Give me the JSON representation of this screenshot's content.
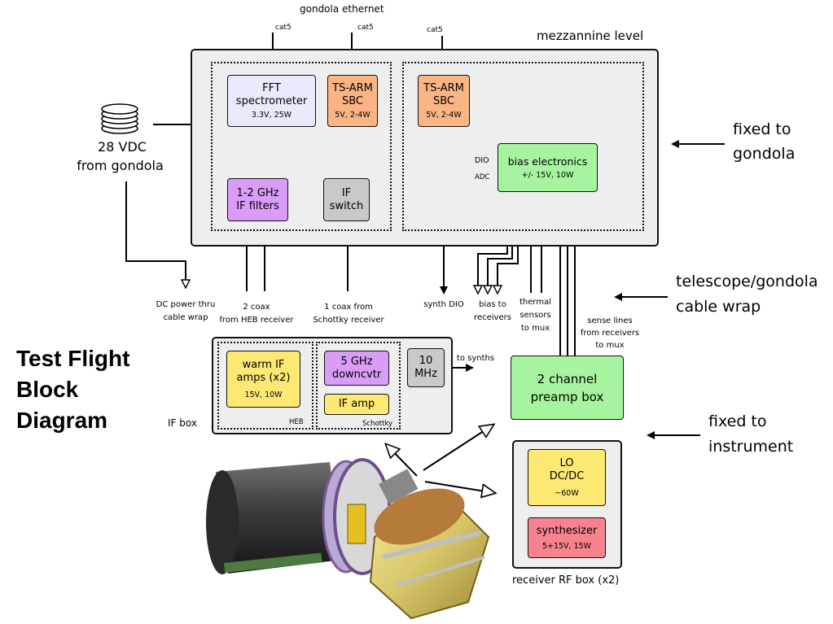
{
  "title": [
    "Test Flight",
    "Block",
    "Diagram"
  ],
  "top": {
    "gondola_ethernet": "gondola ethernet",
    "cat5_1": "cat5",
    "cat5_2": "cat5",
    "cat5_3": "cat5",
    "mezzanine_label": "mezzannine level"
  },
  "power": {
    "line1": "28 VDC",
    "line2": "from gondola"
  },
  "mezzanine": {
    "fft": {
      "line1": "FFT",
      "line2": "spectrometer",
      "spec": "3.3V, 25W"
    },
    "tsarm1": {
      "line1": "TS-ARM",
      "line2": "SBC",
      "spec": "5V, 2-4W"
    },
    "tsarm2": {
      "line1": "TS-ARM",
      "line2": "SBC",
      "spec": "5V, 2-4W"
    },
    "if_filters": {
      "line1": "1-2 GHz",
      "line2": "IF filters"
    },
    "if_switch": {
      "line1": "IF",
      "line2": "switch"
    },
    "bias": {
      "line1": "bias electronics",
      "spec": "+/- 15V, 10W"
    },
    "dio": "DIO",
    "adc": "ADC"
  },
  "side_notes": {
    "fixed_gondola": [
      "fixed to",
      "gondola"
    ],
    "cable_wrap": [
      "telescope/gondola",
      "cable wrap"
    ],
    "fixed_instrument": [
      "fixed to",
      "instrument"
    ]
  },
  "wire_labels": {
    "dc_power": [
      "DC power thru",
      "cable wrap"
    ],
    "coax2": [
      "2 coax",
      "from HEB receiver"
    ],
    "coax1": [
      "1 coax from",
      "Schottky receiver"
    ],
    "synth_dio": "synth DIO",
    "bias_to": [
      "bias to",
      "receivers"
    ],
    "thermal": [
      "thermal",
      "sensors",
      "to mux"
    ],
    "sense": [
      "sense lines",
      "from receivers",
      "to mux"
    ],
    "to_synths": "to synths"
  },
  "ifbox": {
    "label": "IF box",
    "warm": {
      "line1": "warm IF",
      "line2": "amps (x2)",
      "spec": "15V, 10W"
    },
    "heb": "HEB",
    "downcvtr": {
      "line1": "5 GHz",
      "line2": "downcvtr"
    },
    "ifamp": "IF amp",
    "schottky": "Schottky",
    "mhz": {
      "line1": "10",
      "line2": "MHz"
    }
  },
  "preamp": {
    "line1": "2 channel",
    "line2": "preamp box"
  },
  "rfbox": {
    "label": "receiver RF box (x2)",
    "lo": {
      "line1": "LO",
      "line2": "DC/DC",
      "spec": "~60W"
    },
    "synth": {
      "line1": "synthesizer",
      "spec": "5+15V,  15W"
    }
  },
  "colors": {
    "fft": "#e9ebfc",
    "sbc": "#fbb585",
    "filters": "#d99cf7",
    "switch": "#c9c9c9",
    "bias": "#a7f4a0",
    "amp": "#fde874",
    "synth": "#f7838f",
    "panel": "#eeeeee"
  }
}
